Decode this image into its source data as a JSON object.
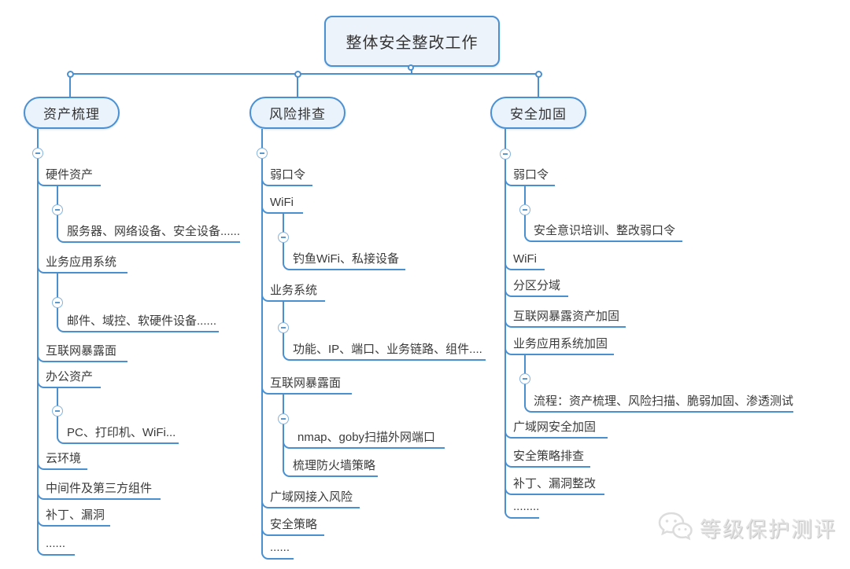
{
  "root": {
    "label": "整体安全整改工作"
  },
  "branches": [
    {
      "label": "资产梳理",
      "children": [
        {
          "label": "硬件资产",
          "children": [
            {
              "label": "服务器、网络设备、安全设备......"
            }
          ]
        },
        {
          "label": "业务应用系统",
          "children": [
            {
              "label": "邮件、域控、软硬件设备......"
            }
          ]
        },
        {
          "label": "互联网暴露面"
        },
        {
          "label": "办公资产",
          "children": [
            {
              "label": "PC、打印机、WiFi..."
            }
          ]
        },
        {
          "label": "云环境"
        },
        {
          "label": "中间件及第三方组件"
        },
        {
          "label": "补丁、漏洞"
        },
        {
          "label": "......"
        }
      ]
    },
    {
      "label": "风险排查",
      "children": [
        {
          "label": "弱口令"
        },
        {
          "label": "WiFi",
          "children": [
            {
              "label": "钓鱼WiFi、私接设备"
            }
          ]
        },
        {
          "label": "业务系统",
          "children": [
            {
              "label": "功能、IP、端口、业务链路、组件...."
            }
          ]
        },
        {
          "label": "互联网暴露面",
          "children": [
            {
              "label": "nmap、goby扫描外网端口"
            },
            {
              "label": "梳理防火墙策略"
            }
          ]
        },
        {
          "label": "广域网接入风险"
        },
        {
          "label": "安全策略"
        },
        {
          "label": "......"
        }
      ]
    },
    {
      "label": "安全加固",
      "children": [
        {
          "label": "弱口令",
          "children": [
            {
              "label": "安全意识培训、整改弱口令"
            }
          ]
        },
        {
          "label": "WiFi"
        },
        {
          "label": "分区分域"
        },
        {
          "label": "互联网暴露资产加固"
        },
        {
          "label": "业务应用系统加固",
          "children": [
            {
              "label": "流程：资产梳理、风险扫描、脆弱加固、渗透测试"
            }
          ]
        },
        {
          "label": "广域网安全加固"
        },
        {
          "label": "安全策略排查"
        },
        {
          "label": "补丁、漏洞整改"
        },
        {
          "label": "........"
        }
      ]
    }
  ],
  "watermark": {
    "label": "等级保护测评"
  },
  "colors": {
    "line": "#4a90d0",
    "node_border": "#4a90d2",
    "node_fill": "#eaf2fb",
    "watermark": "#e3e3e3"
  }
}
